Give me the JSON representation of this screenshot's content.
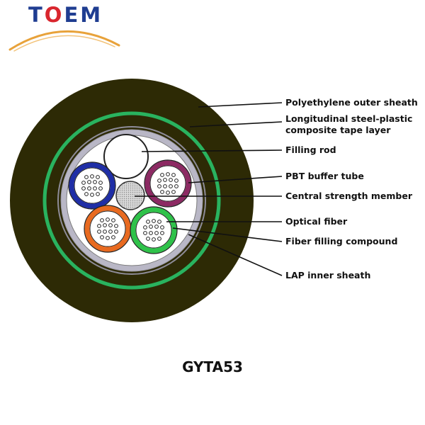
{
  "brand": {
    "logo_T": "T",
    "logo_O": "O",
    "logo_EM": "EM",
    "colors": {
      "navy": "#1f3d91",
      "red": "#d9262e",
      "arc": "#e8a23a"
    }
  },
  "model_name": "GYTA53",
  "labels": {
    "outer_sheath": "Polyethylene outer sheath",
    "tape_layer_line1": "Longitudinal steel-plastic",
    "tape_layer_line2": "composite tape layer",
    "filling_rod": "Filling rod",
    "buffer_tube": "PBT buffer tube",
    "strength_member": "Central strength member",
    "optical_fiber": "Optical fiber",
    "filling_compound": "Fiber filling compound",
    "inner_sheath": "LAP inner sheath"
  },
  "colors": {
    "outer_sheath": "#2d2a05",
    "green_band": "#29b35f",
    "core_fill": "#ffffff",
    "inner_ring": "#9a98a5",
    "tube_blue": "#1f2ea6",
    "tube_purple": "#8c2a63",
    "tube_orange": "#e86a20",
    "tube_green": "#2fc24a",
    "strength_member": "#c9c9c9"
  }
}
